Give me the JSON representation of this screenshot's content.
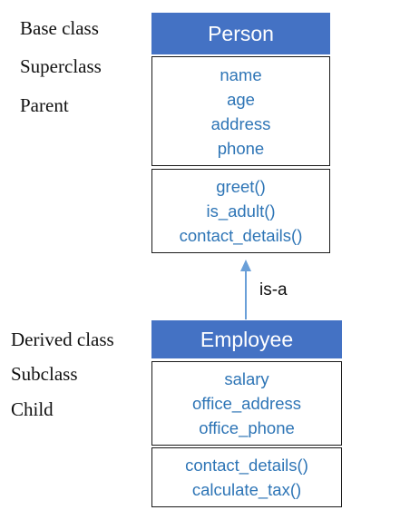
{
  "base_labels": [
    "Base class",
    "Superclass",
    "Parent"
  ],
  "derived_labels": [
    "Derived class",
    "Subclass",
    "Child"
  ],
  "person": {
    "name": "Person",
    "attributes": [
      "name",
      "age",
      "address",
      "phone"
    ],
    "methods": [
      "greet()",
      "is_adult()",
      "contact_details()"
    ]
  },
  "employee": {
    "name": "Employee",
    "attributes": [
      "salary",
      "office_address",
      "office_phone"
    ],
    "methods": [
      "contact_details()",
      "calculate_tax()"
    ]
  },
  "relation": {
    "label": "is-a"
  },
  "colors": {
    "header": "#4472c4",
    "member_text": "#2e75b6",
    "arrow": "#6a9fd8"
  }
}
